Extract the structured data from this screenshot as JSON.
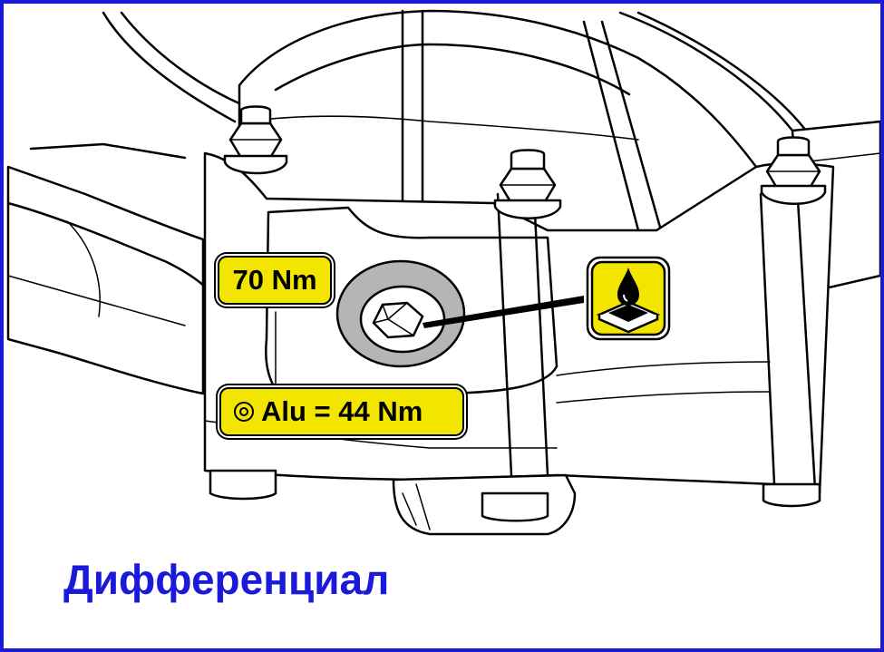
{
  "diagram": {
    "torque_label": "70 Nm",
    "alu_torque_label": "Alu = 44 Nm",
    "caption": "Дифференциал",
    "icons": [
      "alu-washer-icon",
      "oil-fill-icon"
    ],
    "colors": {
      "frame_border": "#1a1ad8",
      "caption": "#1a1ad8",
      "label_fill": "#f2e600",
      "plug_gray": "#b5b5b5"
    }
  }
}
